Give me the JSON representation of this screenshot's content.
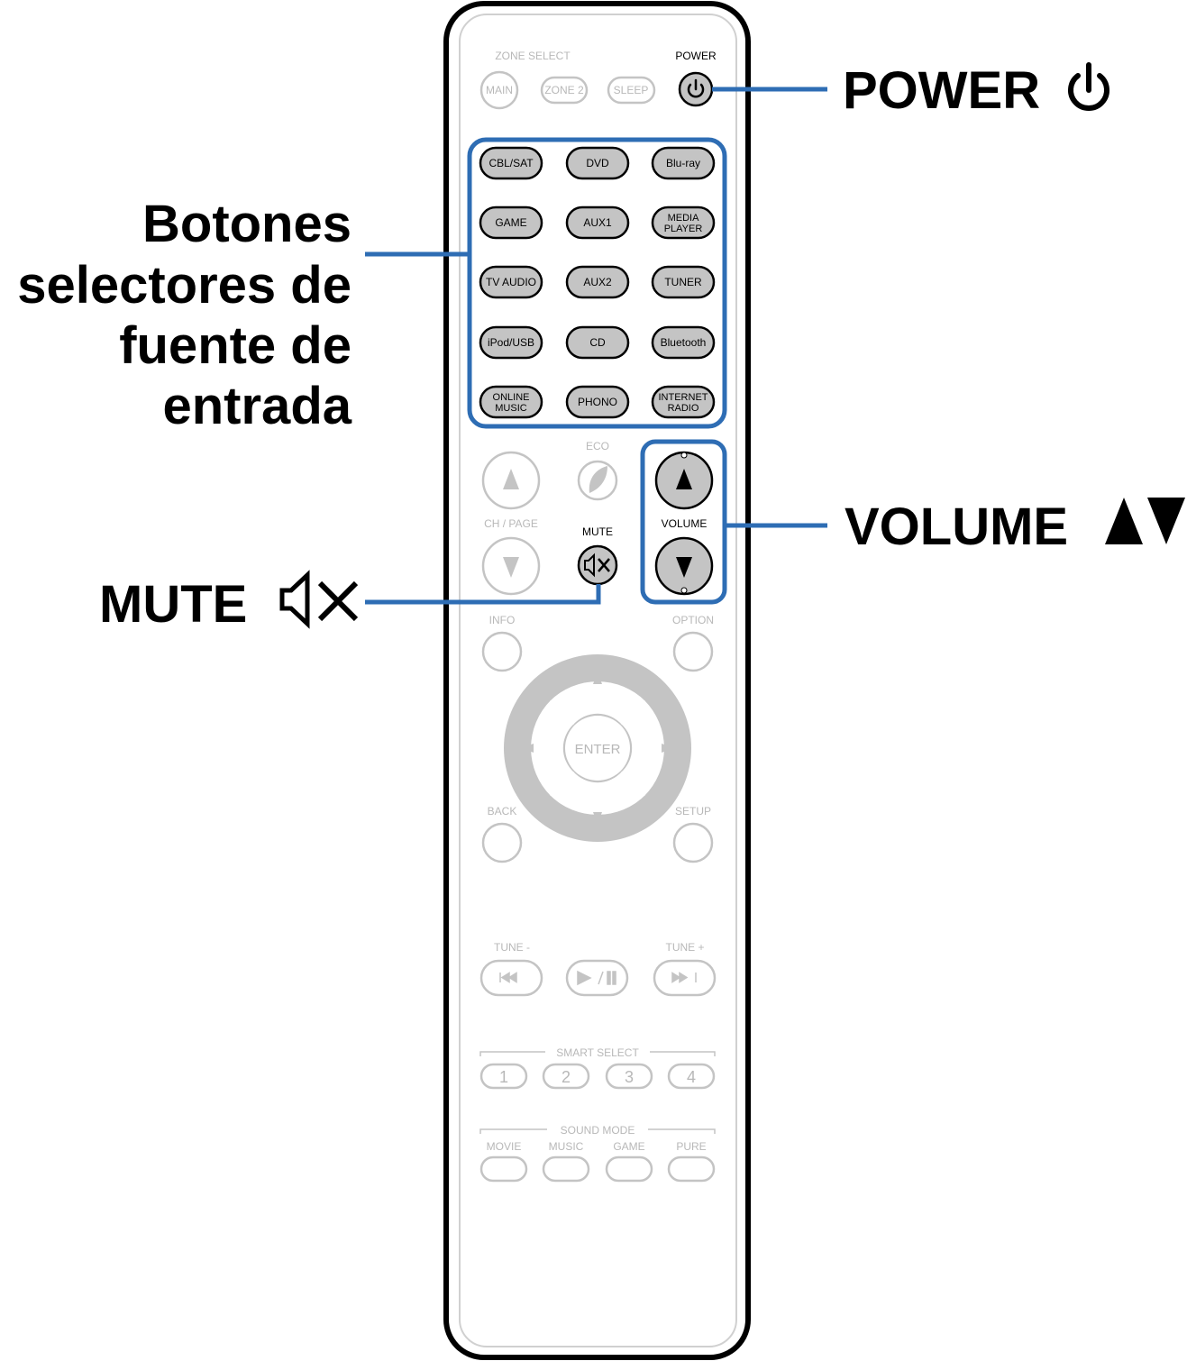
{
  "callouts": {
    "power": "POWER",
    "source_lines": [
      "Botones",
      "selectores de",
      "fuente de",
      "entrada"
    ],
    "volume": "VOLUME",
    "mute": "MUTE"
  },
  "remote": {
    "zone_select": "ZONE SELECT",
    "power": "POWER",
    "zone_buttons": [
      "MAIN",
      "ZONE 2",
      "SLEEP"
    ],
    "sources": [
      [
        "CBL/SAT"
      ],
      [
        "DVD"
      ],
      [
        "Blu-ray"
      ],
      [
        "GAME"
      ],
      [
        "AUX1"
      ],
      [
        "MEDIA",
        "PLAYER"
      ],
      [
        "TV AUDIO"
      ],
      [
        "AUX2"
      ],
      [
        "TUNER"
      ],
      [
        "iPod/USB"
      ],
      [
        "CD"
      ],
      [
        "Bluetooth"
      ],
      [
        "ONLINE",
        "MUSIC"
      ],
      [
        "PHONO"
      ],
      [
        "INTERNET",
        "RADIO"
      ]
    ],
    "eco": "ECO",
    "ch_page": "CH / PAGE",
    "mute": "MUTE",
    "volume": "VOLUME",
    "info": "INFO",
    "option": "OPTION",
    "enter": "ENTER",
    "back": "BACK",
    "setup": "SETUP",
    "tune_minus": "TUNE  -",
    "tune_plus": "TUNE +",
    "smart_select": "SMART SELECT",
    "smart_buttons": [
      "1",
      "2",
      "3",
      "4"
    ],
    "sound_mode": "SOUND MODE",
    "sound_modes": [
      "MOVIE",
      "MUSIC",
      "GAME",
      "PURE"
    ]
  },
  "colors": {
    "accent": "#2e6db4",
    "button_fill": "#c4c4c4",
    "inactive": "#b8b8b8"
  }
}
